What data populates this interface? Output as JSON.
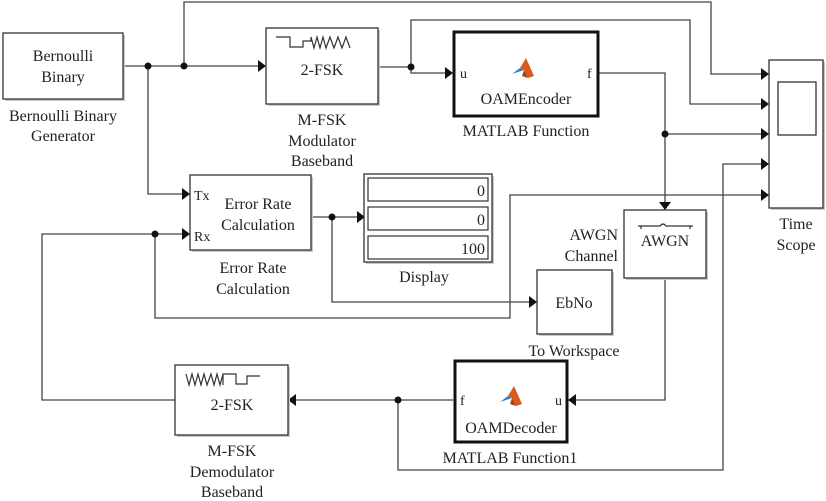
{
  "model": {
    "blocks": {
      "bernoulli": {
        "inner_line1": "Bernoulli",
        "inner_line2": "Binary",
        "caption_line1": "Bernoulli Binary",
        "caption_line2": "Generator"
      },
      "modulator": {
        "inner": "2-FSK",
        "icon": "fsk-waveform-icon",
        "caption_line1": "M-FSK",
        "caption_line2": "Modulator",
        "caption_line3": "Baseband"
      },
      "encoder": {
        "inner": "OAMEncoder",
        "port_in": "u",
        "port_out": "f",
        "icon": "matlab-logo-icon",
        "caption": "MATLAB Function"
      },
      "scope": {
        "icon": "scope-screen-icon",
        "caption_line1": "Time",
        "caption_line2": "Scope",
        "inputs": 5
      },
      "error_rate": {
        "inner_line1": "Error Rate",
        "inner_line2": "Calculation",
        "port_tx": "Tx",
        "port_rx": "Rx",
        "caption_line1": "Error Rate",
        "caption_line2": "Calculation"
      },
      "display": {
        "values": [
          "0",
          "0",
          "100"
        ],
        "caption": "Display"
      },
      "awgn": {
        "inner": "AWGN",
        "icon": "noise-channel-icon",
        "caption_line1": "AWGN",
        "caption_line2": "Channel"
      },
      "workspace": {
        "inner": "EbNo",
        "caption": "To Workspace"
      },
      "demodulator": {
        "inner": "2-FSK",
        "icon": "fsk-waveform-icon",
        "caption_line1": "M-FSK",
        "caption_line2": "Demodulator",
        "caption_line3": "Baseband"
      },
      "decoder": {
        "inner": "OAMDecoder",
        "port_in": "u",
        "port_out": "f",
        "icon": "matlab-logo-icon",
        "caption": "MATLAB Function1"
      }
    },
    "colors": {
      "matlab_orange": "#d95a1c",
      "matlab_blue": "#2f7fc8"
    }
  }
}
